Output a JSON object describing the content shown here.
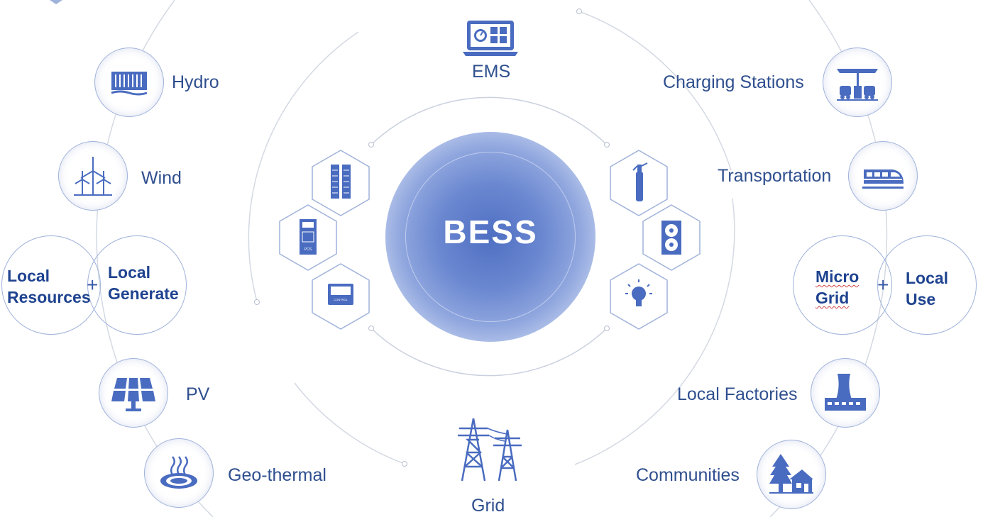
{
  "center": {
    "label": "BESS"
  },
  "top": {
    "label": "EMS",
    "icon": "ems-monitor-icon"
  },
  "bottom": {
    "label": "Grid",
    "icon": "power-tower-icon"
  },
  "left_nodes": [
    {
      "label": "Hydro",
      "icon": "hydro-dam-icon"
    },
    {
      "label": "Wind",
      "icon": "wind-turbine-icon"
    },
    {
      "label": "PV",
      "icon": "solar-panel-icon"
    },
    {
      "label": "Geo-thermal",
      "icon": "geothermal-icon"
    }
  ],
  "left_combo": {
    "a_line1": "Local",
    "a_line2": "Resources",
    "plus": "+",
    "b_line1": "Local",
    "b_line2": "Generate"
  },
  "right_nodes": [
    {
      "label": "Charging Stations",
      "icon": "charging-station-icon"
    },
    {
      "label": "Transportation",
      "icon": "train-icon"
    },
    {
      "label": "Local Factories",
      "icon": "factory-icon"
    },
    {
      "label": "Communities",
      "icon": "house-tree-icon"
    }
  ],
  "right_combo": {
    "a_line1": "Micro",
    "a_line2": "Grid",
    "plus": "+",
    "b_line1": "Local",
    "b_line2": "Use"
  },
  "hex_left": [
    {
      "icon": "battery-rack-icon"
    },
    {
      "icon": "pcs-cabinet-icon",
      "text": "PCS"
    },
    {
      "icon": "control-box-icon",
      "text": "CONTROL"
    }
  ],
  "hex_right": [
    {
      "icon": "fire-extinguisher-icon"
    },
    {
      "icon": "cooling-fan-icon"
    },
    {
      "icon": "light-bulb-icon"
    }
  ],
  "colors": {
    "primary": "#4a6cc0",
    "text": "#2f4f8f",
    "ring": "#c9d0de"
  }
}
